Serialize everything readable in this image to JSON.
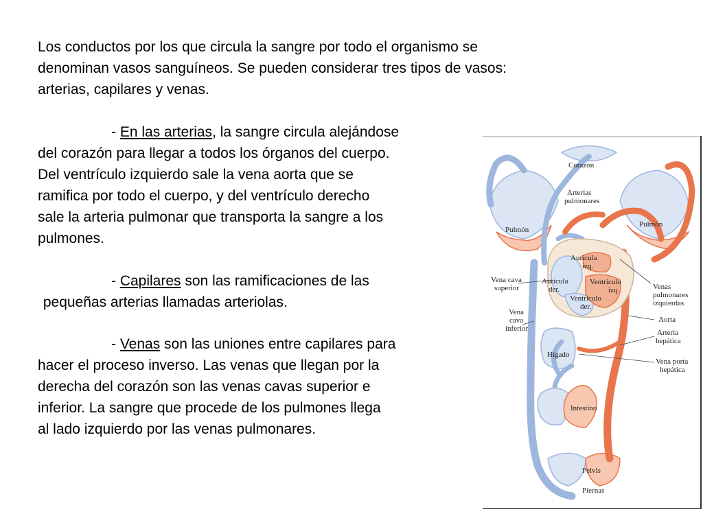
{
  "intro": [
    "Los conductos por los que circula la sangre por todo el organismo se",
    "denominan vasos sanguíneos. Se pueden considerar tres tipos de vasos:",
    "arterias, capilares y venas."
  ],
  "arterias": {
    "dash": "- ",
    "term": "En las arterias",
    "rest": ", la sangre circula alejándose",
    "lines": [
      "del corazón para llegar a todos los órganos del cuerpo.",
      "Del ventrículo izquierdo sale la vena aorta que se",
      "ramifica por todo el cuerpo, y del ventrículo derecho",
      "sale la arteria pulmonar que transporta la sangre a los",
      "pulmones."
    ]
  },
  "capilares": {
    "dash": "- ",
    "term": "Capilares",
    "rest": " son las ramificaciones de las",
    "lines": [
      " pequeñas arterias llamadas arteriolas."
    ]
  },
  "venas": {
    "dash": "- ",
    "term": "Venas",
    "rest": " son las uniones entre capilares para",
    "lines": [
      "hacer el proceso inverso. Las venas que llegan por la",
      "derecha del corazón son las venas cavas superior e",
      "inferior. La sangre que procede de los pulmones llega",
      "al lado izquierdo por las venas pulmonares."
    ]
  },
  "diagram": {
    "labels": {
      "corazon": "Corazón",
      "arterias_pulmonares": [
        "Arterias",
        "pulmonares"
      ],
      "pulmon_izq": "Pulmón",
      "pulmon_der": "Pulmón",
      "auricula_izq": [
        "Aurícula",
        "izq."
      ],
      "vena_cava_superior": [
        "Vena cava",
        "superior"
      ],
      "auricula_der": [
        "Aurícula",
        "der."
      ],
      "ventriculo_izq": [
        "Ventrículo",
        "izq."
      ],
      "ventriculo_der": [
        "Ventrículo",
        "der."
      ],
      "venas_pulmonares": [
        "Venas",
        "pulmonares",
        "izquierdas"
      ],
      "vena_cava_inferior": [
        "Vena",
        "cava",
        "inferior"
      ],
      "aorta": "Aorta",
      "arteria_hepatica": [
        "Arteria",
        "hepática"
      ],
      "higado": "Hígado",
      "vena_porta": [
        "Vena porta",
        "hepática"
      ],
      "intestino": "Intestino",
      "pelvis": "Pelvis",
      "piernas": "Piernas"
    },
    "colors": {
      "vein": "#9db6dd",
      "artery": "#e8754b",
      "heart": "#f6e7d6"
    }
  }
}
